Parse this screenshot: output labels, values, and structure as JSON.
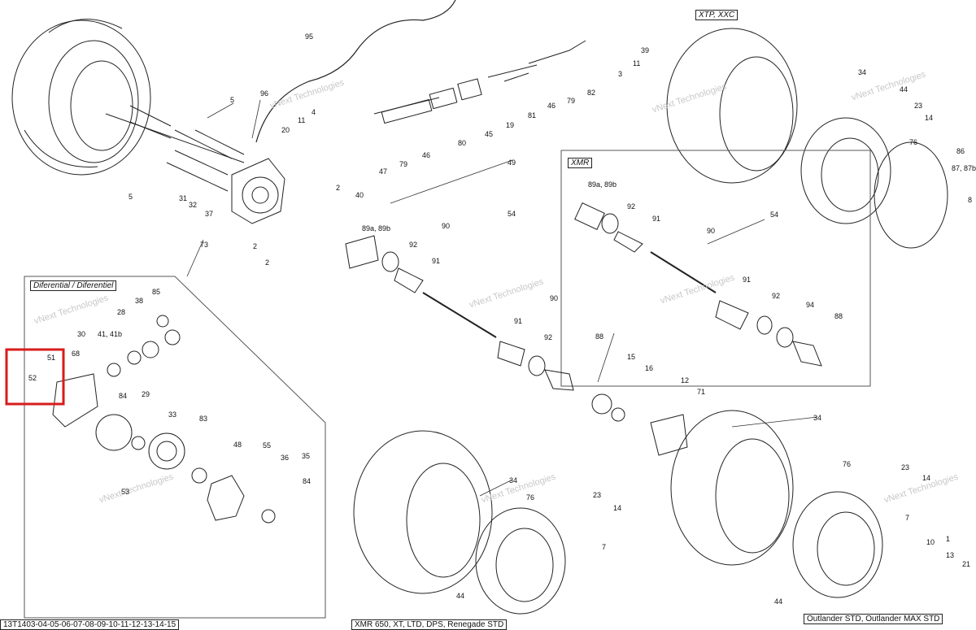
{
  "diagram": {
    "variant_labels": {
      "xtp_xxc": "XTP, XXC",
      "xmr": "XMR",
      "differential": "Diferential / Diferentiel"
    },
    "footer": {
      "part_code": "13T1403-04-05-06-07-08-09-10-11-12-13-14-15",
      "models_a": "XMR 650, XT, LTD, DPS, Renegade STD",
      "models_b": "Outlander STD, Outlander MAX STD"
    },
    "watermark": "vNext Technologies",
    "highlight_color": "#d81b1b",
    "callouts": [
      "95",
      "96",
      "5",
      "4",
      "11",
      "20",
      "47",
      "79",
      "46",
      "80",
      "45",
      "19",
      "81",
      "46",
      "79",
      "82",
      "3",
      "11",
      "39",
      "49",
      "5",
      "31",
      "32",
      "37",
      "73",
      "2",
      "2",
      "2",
      "40",
      "89a, 89b",
      "92",
      "90",
      "54",
      "91",
      "90",
      "91",
      "92",
      "88",
      "15",
      "16",
      "12",
      "71",
      "34",
      "44",
      "23",
      "14",
      "76",
      "86",
      "87, 87b",
      "8",
      "89a, 89b",
      "92",
      "91",
      "90",
      "54",
      "91",
      "92",
      "94",
      "88",
      "85",
      "38",
      "28",
      "30",
      "41, 41b",
      "68",
      "51",
      "52",
      "84",
      "29",
      "33",
      "83",
      "48",
      "55",
      "36",
      "35",
      "84",
      "53",
      "34",
      "76",
      "23",
      "14",
      "7",
      "44",
      "34",
      "76",
      "23",
      "14",
      "7",
      "10",
      "1",
      "13",
      "21",
      "44"
    ]
  }
}
